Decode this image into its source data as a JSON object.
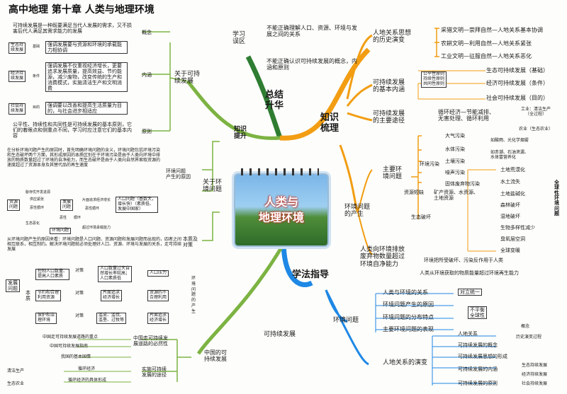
{
  "title": "高中地理   第十章   人类与地理环境",
  "center": {
    "line1": "人类与",
    "line2": "地理环境"
  },
  "main": {
    "zongjie": "总结\n升华",
    "zhishi": "知识\n梳理",
    "xuefa": "学法指导",
    "zhishi_tisheng": "知识\n提升"
  },
  "xuexi": {
    "label": "学习\n误区",
    "items": [
      "不能正确理解人口、资源、环境与发展之间的关系",
      "不能正确认识可持续发展的概念，内涵和原则"
    ]
  },
  "rendi": {
    "label": "人地关系思想\n的历史演变",
    "items": [
      "采猎文明—崇拜自然—人地关系基本协调",
      "农耕文明—利用自然—人地关系紧张",
      "工业文明—征服自然—人地关系恶化"
    ]
  },
  "kcx_neihan": {
    "label": "可持续发展\n的基本内涵",
    "principles": "公平性原则\n持续性原则\n共同性原则",
    "items": [
      "生态可持续发展（基础）",
      "经济可持续发展（条件）",
      "社会可持续发展（目的）"
    ]
  },
  "kcx_tujing": {
    "label": "可持续发展\n的主要途径",
    "item": "循环经济—节能减排、\n无害处理、循环利用",
    "gongye": "工业：清洁生产\n（全过程）",
    "nongye": "农业（生态农业）"
  },
  "huanjing_chansheng": {
    "label": "环境问题\n的产生",
    "zhuyao": "主要环\n境问题",
    "wuran": "环境污染",
    "pollutions": [
      "大气污染",
      "水体污染",
      "土壤污染",
      "噪声污染",
      "固体废弃物污染"
    ],
    "causes": [
      "如酸雨、光化学烟雾",
      "如赤潮、石油泄漏、\n水体富营养化"
    ],
    "ziyuan": "资源短缺",
    "ziyuan_items": "矿产资源、水资源、\n土地资源",
    "pohuai": "生态破坏",
    "pohuai_items": [
      "土地荒漠化",
      "水土流失",
      "土地盐碱化",
      "森林破坏",
      "湿地破坏",
      "生物多样性减少",
      "臭氧层空洞",
      "全球变暖"
    ],
    "quanqiu": "全球性环境问题",
    "paifang": "人类向环境排放\n废弃物数量超过\n环境自净能力",
    "p1": "环境把所受破坏、污染反作用于人类",
    "p2": "人类从环境获取的物质能量超过环境再生能力"
  },
  "xuefa_right": {
    "huanjing": "环境问题",
    "items": [
      "人类与环境的关系",
      "环境问题产生的原因",
      "环境问题的分布特点",
      "主要环境问题的表现"
    ],
    "duili": "对立统一",
    "bupingheng": "不平衡\n全球性",
    "rendi_yanbian": "人地关系的演变",
    "rendi_sub": [
      "人地关系",
      "可持续发展的概念",
      "可持续发展思想的形成",
      "可持续发展的内涵",
      "可持续发展的原则"
    ],
    "gainian": "概念",
    "lishi": "历史演变过程",
    "neihan3": [
      "生态持续发展",
      "经济持续发展",
      "社会持续发展"
    ]
  },
  "left": {
    "guanyu_kcx": "关于可持\n续发展",
    "gainian": "概念",
    "gainian_text": "可持续发展是一种既要满足当代人发展的需求，又不损害后代人满足其需求能力的发展",
    "neihan": "内涵",
    "shengtai": "生态持\n续发展",
    "jichu": "基础",
    "shengtai_text": "强调发展要与资源和环境的承载能力相协调",
    "jingji": "经济持\n续发展",
    "tiaojian": "条件",
    "jingji_text": "强调发展不仅重视经济增长，更要追求发展质量，提高效益、节约能源，减少废物，改变传统的生产和消费模式，实施清洁生产和文明消费",
    "shehui": "社会持\n续发展",
    "mudi": "目的",
    "shehui_text": "强调要以改善和提高生活质量为目的，与社会进步相适应",
    "yuanze": "原则",
    "yuanze_text": "公平性、持续性和共同性是可持续发展的基本原则，它们的着眼点和侧重点不同，学习时应注意它们的基本内容",
    "guanyu_hj": "关于环\n境问题",
    "chansheng_yy": "环境问题\n产生的原因",
    "yy_text": "在分析环境问题产生的原因时，首先明确环境问题的含义，环境问题包括环境污染和生态破坏两个方面，其形成原因的本质区别在于环境污染是由于人类向环境中排放的物质数量超过了环境的自净能力，而生态破坏是由于人类向自然界索取资源的速度超过了资源本身及其替代品的再生速度",
    "fig": {
      "fazhan": "发展\n问题",
      "ziyuan": "资源\n问题",
      "hj": "环境问题",
      "renkou": "人口问题（基数大，\n增长快）（素质低、\n发展中国家）",
      "l1": "胁存优开发进源",
      "l2": "供应紧张",
      "l3": "恶性循环",
      "l4": "片面追求经济增长",
      "l5": "恶性循环",
      "l6": "生态恶化",
      "l7": "超过环境承载能力",
      "l8": "恶性",
      "l9": "循环"
    },
    "benzhi": "本质及\n对策",
    "benzhi_text": "从环境问题产生的原因来看：环境问题是人口问题、资源问题和发展问题而出现的，四者之间相互联系，相互制约。解决环境问题就必须处理好人口、资源、环境与发展的关系，走可持续发展",
    "fazhan_wenti": "发展\n问题",
    "benzhi_w": "本\n质",
    "duice": "对策",
    "renkou_yl": "人口压力",
    "ziyuan_bheli": "资源的不\n合理利用",
    "pianmian": "片面追求\n经济增长",
    "kongzhi": "控制人口数量、\n提高人口素质",
    "jieyue": "节约和合理\n利用资源",
    "baohu": "保护和治\n理环境",
    "renkou_sd": "人口数量过大自\n然增长率较高；\n人口素质低",
    "pianmian2": "片面追求\n经济增长",
    "zaocui": "滥采、滥伐、\n滥垦、过牧等",
    "hjwt": "环\n境\n问\n题\n的\n产\n生"
  },
  "kcx_bottom": {
    "label": "可持续发展",
    "zhongguo": "中国的可\n持续发展",
    "daolu": "中国走可持续发\n展道路的必然性",
    "d_items": [
      "中国走可持续发展道路的重点",
      "中国可持续发展指南",
      "我国的基本国情"
    ],
    "shishi": "实施可持续\n发展的途径",
    "xunhuan": "循环经济",
    "xunhuan_ti": "循环经济的具体形成",
    "qingjie": "清洁生产",
    "shengtai_ny": "生态农业"
  }
}
